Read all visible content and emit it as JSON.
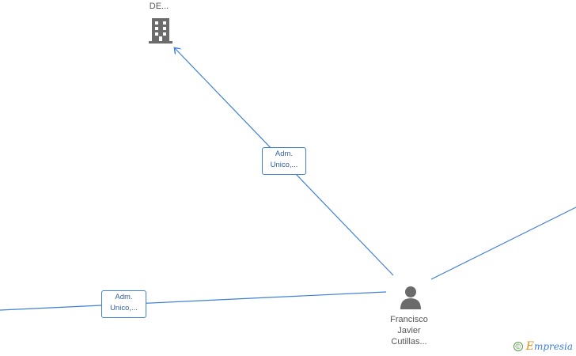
{
  "nodes": {
    "company": {
      "label": "DE...",
      "icon": "building-icon"
    },
    "person": {
      "label_lines": [
        "Francisco",
        "Javier",
        "Cutillas..."
      ],
      "icon": "person-icon"
    }
  },
  "edges": [
    {
      "label_lines": [
        "Adm.",
        "Unico,..."
      ],
      "from": "person",
      "to": "company"
    },
    {
      "label_lines": [
        "Adm.",
        "Unico,..."
      ],
      "from": "person",
      "to": "offscreen-left"
    },
    {
      "label_lines": [],
      "from": "person",
      "to": "offscreen-right"
    }
  ],
  "watermark": {
    "copyright_symbol": "©",
    "brand_initial": "E",
    "brand_rest": "mpresia"
  },
  "colors": {
    "edge": "#3f7fd6",
    "icon": "#6b6b6b",
    "brand_accent": "#e8901a"
  }
}
